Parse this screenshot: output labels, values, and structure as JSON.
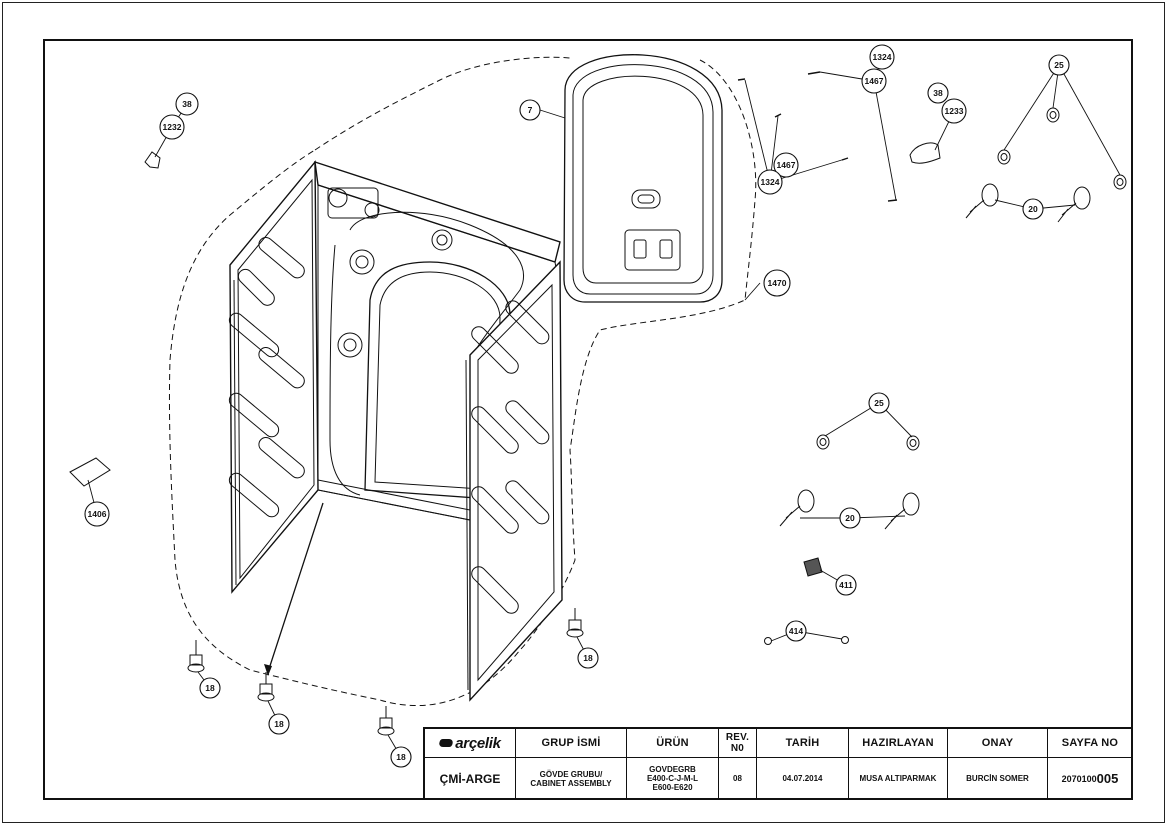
{
  "callouts": {
    "c38a": "38",
    "c1232": "1232",
    "c7": "7",
    "c1324a": "1324",
    "c1467a": "1467",
    "c38b": "38",
    "c1233": "1233",
    "c25a": "25",
    "c1467b": "1467",
    "c1324b": "1324",
    "c20a": "20",
    "c1470": "1470",
    "c25b": "25",
    "c1406": "1406",
    "c20b": "20",
    "c411": "411",
    "c414": "414",
    "c18a": "18",
    "c18b": "18",
    "c18c": "18",
    "c18d": "18"
  },
  "title_block": {
    "logo": "arçelik",
    "department": "ÇMİ-ARGE",
    "group_header": "GRUP İSMİ",
    "group_value": "GÖVDE GRUBU/\nCABINET ASSEMBLY",
    "product_header": "ÜRÜN",
    "product_value": "GOVDEGRB\nE400-C-J-M-L\nE600-E620",
    "rev_header": "REV.\nN0",
    "rev_value": "08",
    "date_header": "TARİH",
    "date_value": "04.07.2014",
    "prepared_header": "HAZIRLAYAN",
    "prepared_value": "MUSA ALTIPARMAK",
    "approval_header": "ONAY",
    "approval_value": "BURCİN SOMER",
    "sheet_header": "SAYFA NO",
    "sheet_value_prefix": "2070100",
    "sheet_value_suffix": "005"
  }
}
